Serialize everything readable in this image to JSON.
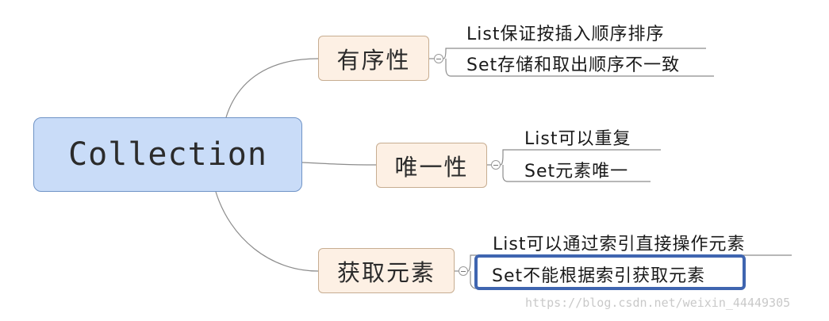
{
  "root": {
    "label": "Collection"
  },
  "topics": [
    {
      "label": "有序性",
      "leaves": [
        "List保证按插入顺序排序",
        "Set存储和取出顺序不一致"
      ]
    },
    {
      "label": "唯一性",
      "leaves": [
        "List可以重复",
        "Set元素唯一"
      ]
    },
    {
      "label": "获取元素",
      "leaves": [
        "List可以通过索引直接操作元素",
        "Set不能根据索引获取元素"
      ]
    }
  ],
  "watermark": "https://blog.csdn.net/weixin_44449305",
  "colors": {
    "root_fill": "#c9dcf8",
    "root_border": "#6f93c6",
    "topic_fill": "#fdf0e4",
    "topic_border": "#c7ad91",
    "highlight_border": "#3f65b0",
    "connector": "#8c8c8c"
  }
}
